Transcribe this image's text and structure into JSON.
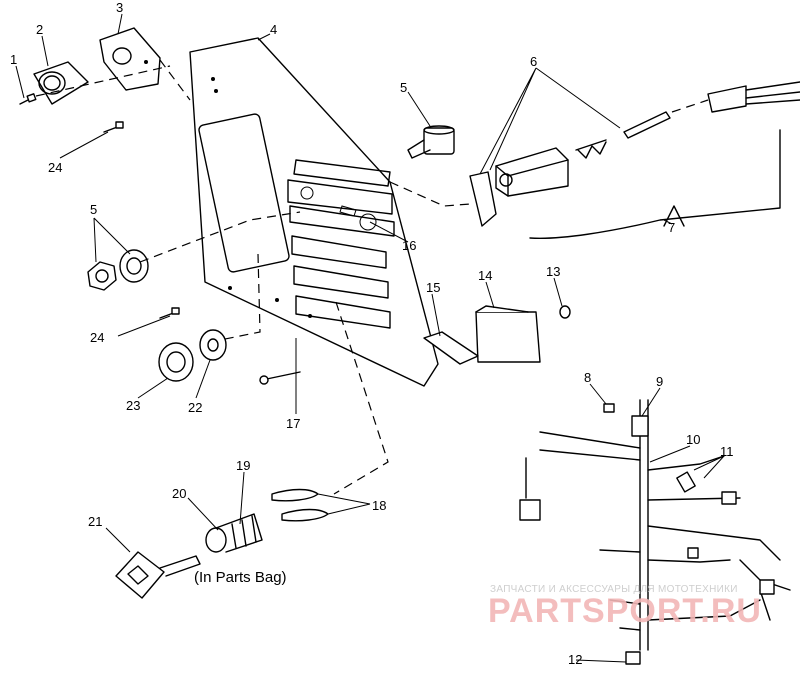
{
  "callouts": {
    "c1": "1",
    "c2": "2",
    "c3": "3",
    "c4": "4",
    "c5a": "5",
    "c5b": "5",
    "c6": "6",
    "c7": "7",
    "c8": "8",
    "c9": "9",
    "c10": "10",
    "c11": "11",
    "c12": "12",
    "c13": "13",
    "c14": "14",
    "c15": "15",
    "c16": "16",
    "c17": "17",
    "c18": "18",
    "c19": "19",
    "c20": "20",
    "c21": "21",
    "c22": "22",
    "c23": "23",
    "c24a": "24",
    "c24b": "24"
  },
  "note": "(In Parts Bag)",
  "watermark": {
    "subtitle": "ЗАПЧАСТИ И АКСЕССУАРЫ ДЛЯ МОТОТЕХНИКИ",
    "brand": "PARTSPORT.RU"
  }
}
